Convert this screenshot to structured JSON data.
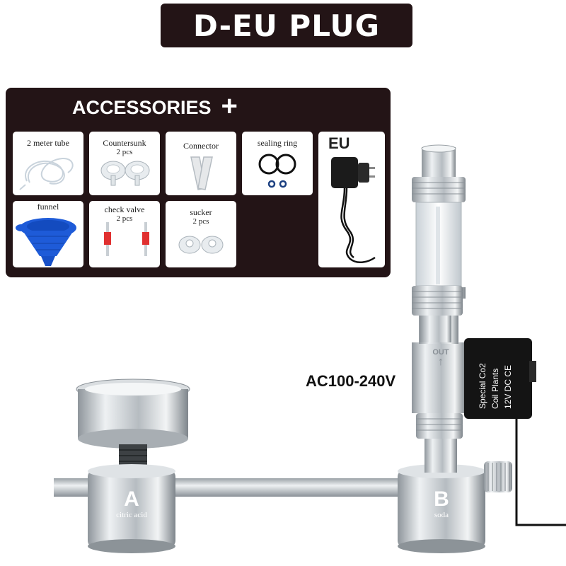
{
  "title": "D-EU PLUG",
  "accessories": {
    "heading": "ACCESSORIES",
    "plus": "+",
    "items": [
      {
        "label": "2 meter tube",
        "qty": ""
      },
      {
        "label": "Countersunk",
        "qty": "2 pcs"
      },
      {
        "label": "Connector",
        "qty": ""
      },
      {
        "label": "sealing ring",
        "qty": ""
      },
      {
        "label": "funnel",
        "qty": ""
      },
      {
        "label": "check valve",
        "qty": "2 pcs"
      },
      {
        "label": "sucker",
        "qty": "2 pcs"
      }
    ],
    "plug_label": "EU"
  },
  "product": {
    "voltage": "AC100-240V",
    "solenoid_text": [
      "Special Co2",
      "Coil Plants",
      "12V DC CE"
    ],
    "outlet_text": "OUT",
    "bottle_a": {
      "letter": "A",
      "name": "citric acid"
    },
    "bottle_b": {
      "letter": "B",
      "name": "soda"
    }
  },
  "colors": {
    "panel": "#231416",
    "funnel": "#1e5bd8",
    "check_valve": "#e03030"
  }
}
